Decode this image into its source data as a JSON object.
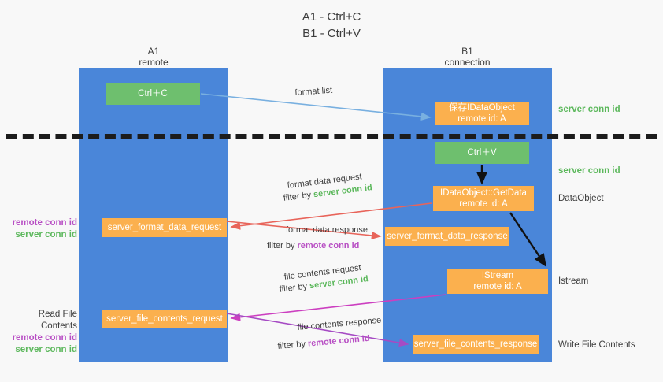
{
  "title": {
    "line1": "A1 - Ctrl+C",
    "line2": "B1 - Ctrl+V"
  },
  "lanes": [
    {
      "id": "a1",
      "name": "A1",
      "role": "remote"
    },
    {
      "id": "b1",
      "name": "B1",
      "role": "connection"
    }
  ],
  "boxes": {
    "ctrl_c": "Ctrl＋C",
    "copy_dataobject_line1": "保存IDataObject",
    "copy_dataobject_line2": "remote id: A",
    "ctrl_v": "Ctrl＋V",
    "getdata_line1": "IDataObject::GetData",
    "getdata_line2": "remote id: A",
    "format_data_request": "server_format_data_request",
    "format_data_response": "server_format_data_response",
    "istream_line1": "IStream",
    "istream_line2": "remote id: A",
    "file_contents_request": "server_file_contents_request",
    "file_contents_response": "server_file_contents_response"
  },
  "captions": {
    "format_list": "format list",
    "format_data_request": "format data request",
    "format_data_request_filter_prefix": "filter by ",
    "format_data_request_filter_value": "server conn id",
    "format_data_response": "format data response",
    "format_data_response_filter_prefix": "filter by ",
    "format_data_response_filter_value": "remote conn id",
    "file_contents_request": "file contents request",
    "file_contents_request_filter_prefix": "filter by ",
    "file_contents_request_filter_value": "server conn id",
    "file_contents_response": "file contents response",
    "file_contents_response_filter_prefix": "filter by ",
    "file_contents_response_filter_value": "remote conn id"
  },
  "left_labels": {
    "group1_remote": "remote conn id",
    "group1_server": "server conn id",
    "read_file_contents": "Read File Contents",
    "group2_remote": "remote conn id",
    "group2_server": "server conn id"
  },
  "right_labels": {
    "server_conn_id_top": "server conn id",
    "server_conn_id_mid": "server conn id",
    "dataobject": "DataObject",
    "istream": "Istream",
    "write_file_contents": "Write File Contents"
  },
  "colors": {
    "lane_blue": "#4a86d9",
    "box_orange": "#fbb04e",
    "box_green": "#6ebf6e",
    "arrow_blue": "#79b0e0",
    "arrow_red": "#e8645a",
    "arrow_magenta": "#cc3fc0",
    "arrow_purple": "#a64bc4",
    "arrow_black": "#111111",
    "text_purple": "#b84fc4",
    "text_green": "#5cb85c",
    "background": "#f8f8f8"
  }
}
